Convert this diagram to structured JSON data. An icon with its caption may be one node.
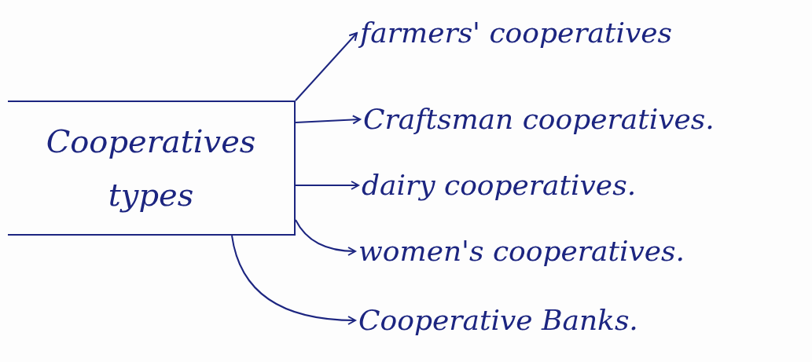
{
  "diagram": {
    "nodes": [
      {
        "text": [
          "Cooperatives types"
        ]
      },
      {
        "text": [
          "farmers' cooperatives"
        ]
      },
      {
        "text": [
          "Craftsman cooperatives."
        ]
      },
      {
        "text": [
          "dairy cooperatives."
        ]
      },
      {
        "text": [
          "women's cooperatives."
        ]
      },
      {
        "text": [
          "Cooperative Banks."
        ]
      }
    ],
    "edges": [
      {
        "from": 0,
        "to": 1,
        "arrow": "to"
      },
      {
        "from": 0,
        "to": 2,
        "arrow": "to"
      },
      {
        "from": 0,
        "to": 3,
        "arrow": "to"
      },
      {
        "from": 0,
        "to": 4,
        "arrow": "to"
      },
      {
        "from": 0,
        "to": 5,
        "arrow": "to"
      }
    ]
  }
}
